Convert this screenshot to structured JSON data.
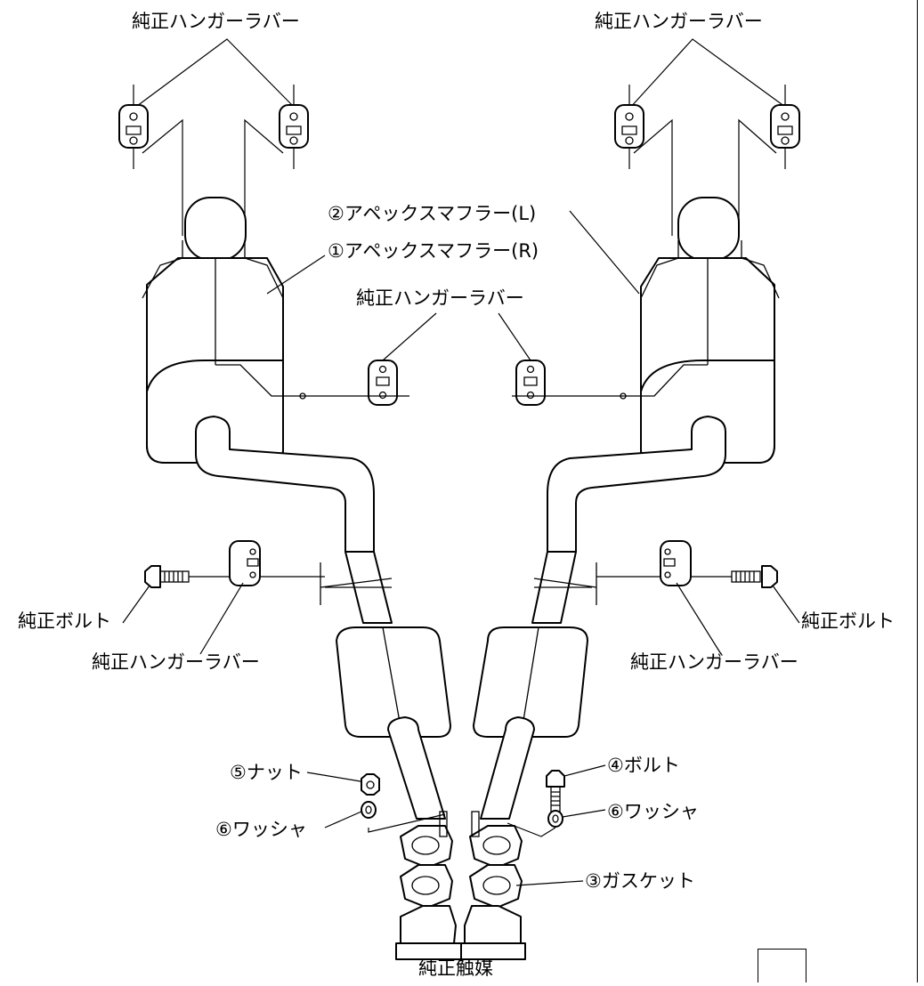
{
  "labels": {
    "hanger_top_left": "純正ハンガーラバー",
    "hanger_top_right": "純正ハンガーラバー",
    "muffler_l": "②アペックスマフラー(L)",
    "muffler_r": "①アペックスマフラー(R)",
    "hanger_mid": "純正ハンガーラバー",
    "bolt_left": "純正ボルト",
    "bolt_right": "純正ボルト",
    "hanger_low_left": "純正ハンガーラバー",
    "hanger_low_right": "純正ハンガーラバー",
    "nut": "⑤ナット",
    "bolt4": "④ボルト",
    "washer_left": "⑥ワッシャ",
    "washer_right": "⑥ワッシャ",
    "gasket": "③ガスケット",
    "catalyst": "純正触媒"
  }
}
